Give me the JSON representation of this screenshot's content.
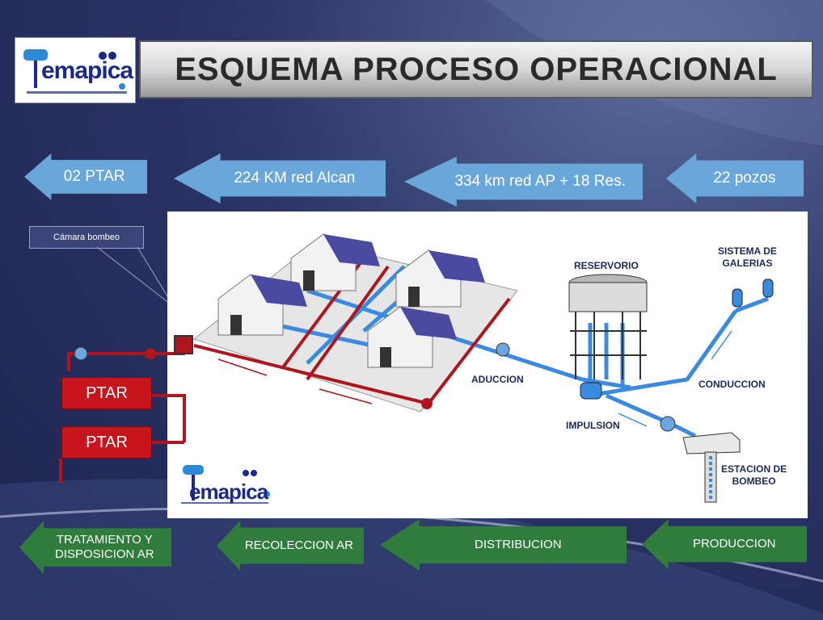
{
  "logo": {
    "text": "emapica",
    "icon": "water-tower-logo-icon"
  },
  "title": "ESQUEMA PROCESO OPERACIONAL",
  "top_arrows": [
    {
      "label": "02 PTAR"
    },
    {
      "label": "224 KM red Alcan"
    },
    {
      "label": "334 km red AP + 18 Res."
    },
    {
      "label": "22 pozos"
    }
  ],
  "bottom_arrows": [
    {
      "label_line1": "TRATAMIENTO  Y",
      "label_line2": "DISPOSICION  AR"
    },
    {
      "label_line1": "RECOLECCION  AR",
      "label_line2": ""
    },
    {
      "label_line1": "DISTRIBUCION",
      "label_line2": ""
    },
    {
      "label_line1": "PRODUCCION",
      "label_line2": ""
    }
  ],
  "callout": "Cámara bombeo",
  "ptar": [
    "PTAR",
    "PTAR"
  ],
  "labels": {
    "reservorio": "RESERVORIO",
    "sistema_line1": "SISTEMA DE",
    "sistema_line2": "GALERIAS",
    "aduccion": "ADUCCION",
    "conduccion": "CONDUCCION",
    "impulsion": "IMPULSION",
    "estacion_line1": "ESTACION DE",
    "estacion_line2": "BOMBEO"
  },
  "colors": {
    "water_blue": "#3a8be0",
    "sewage_red": "#b0141c",
    "arrow_blue": "#69a6d9",
    "arrow_green": "#2f7c3c"
  }
}
